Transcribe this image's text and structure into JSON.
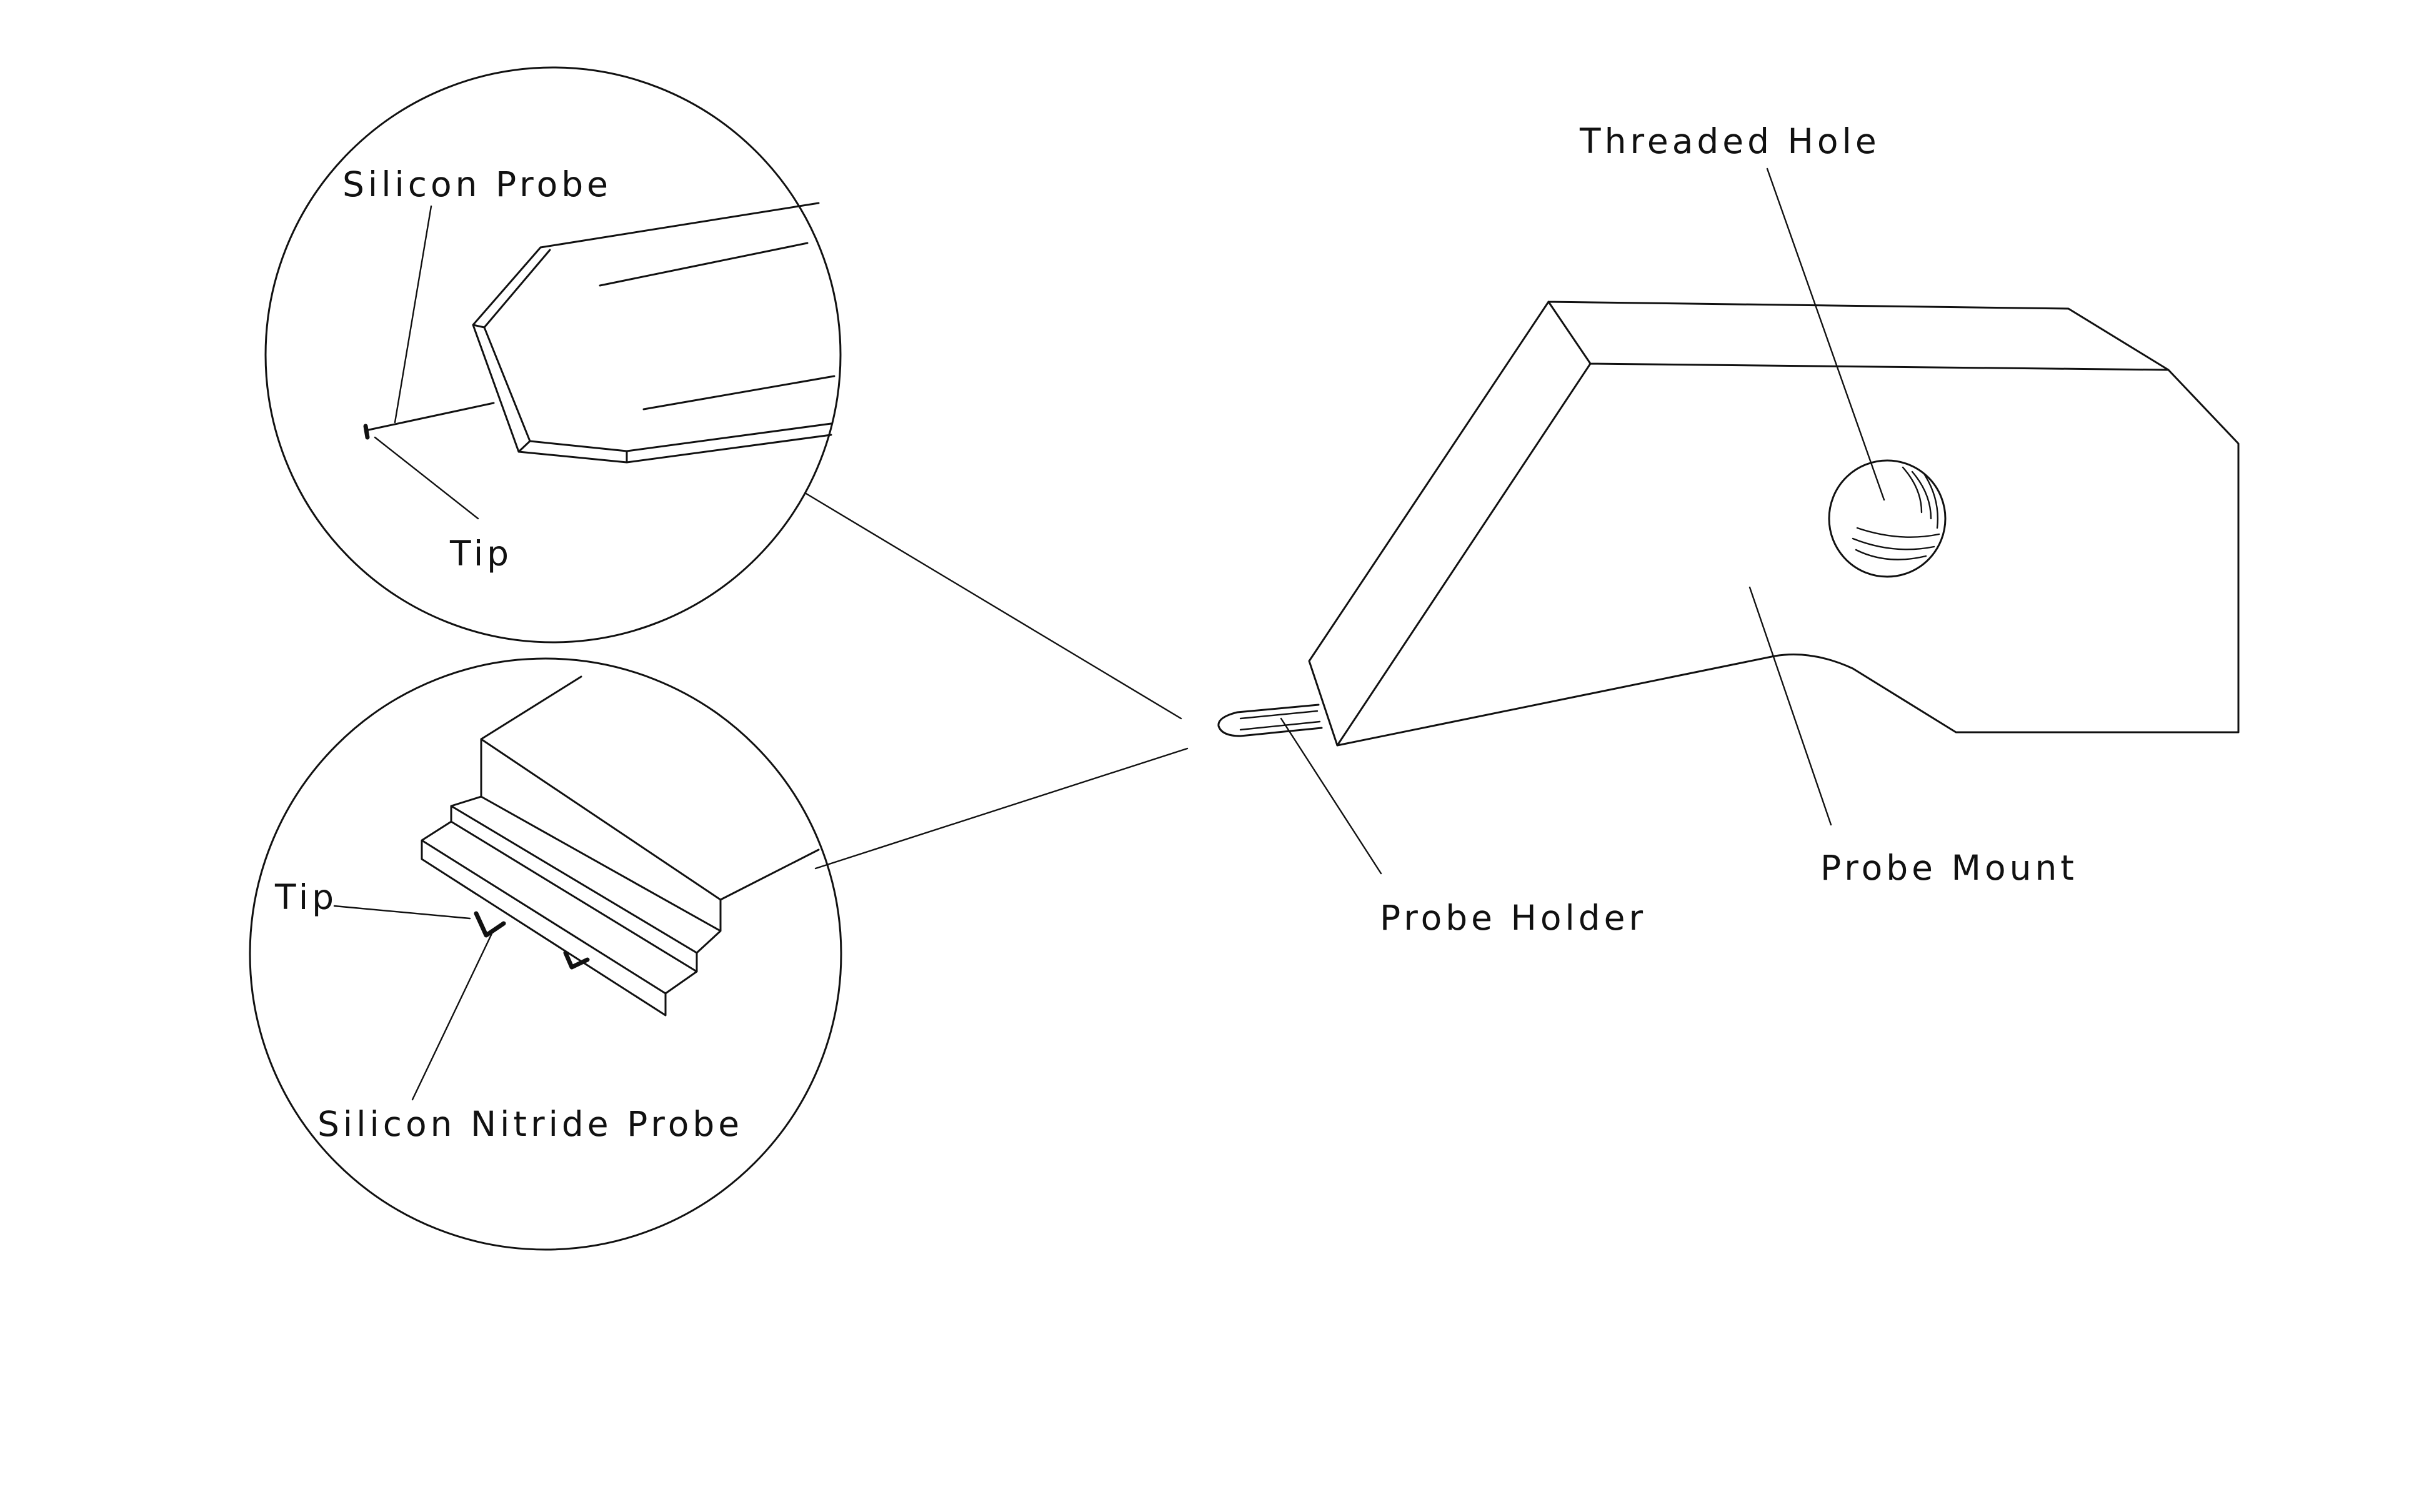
{
  "labels": {
    "silicon_probe": "Silicon Probe",
    "tip_top": "Tip",
    "tip_bottom": "Tip",
    "silicon_nitride_probe": "Silicon Nitride Probe",
    "threaded_hole": "Threaded Hole",
    "probe_holder": "Probe Holder",
    "probe_mount": "Probe Mount"
  },
  "colors": {
    "line": "#111111",
    "background": "#ffffff"
  }
}
